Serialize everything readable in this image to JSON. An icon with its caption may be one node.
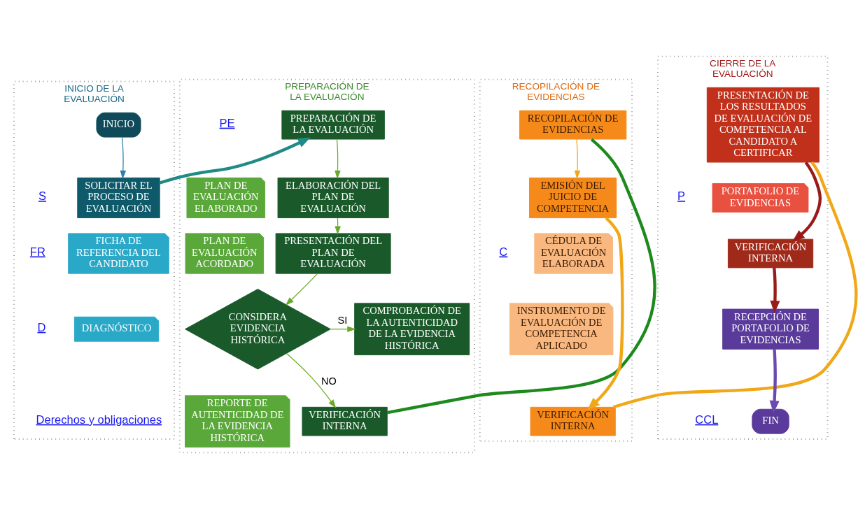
{
  "diagram": {
    "nodes": [
      {
        "text": [
          "INICIO DE LA EVALUACIÓN"
        ]
      },
      {
        "text": [
          "INICIO"
        ],
        "in": 0
      },
      {
        "text": [
          "SOLICITAR EL PROCESO DE EVALUACIÓN"
        ],
        "in": 0
      },
      {
        "text": [
          "FICHA DE REFERENCIA DEL CANDIDATO"
        ],
        "in": 0
      },
      {
        "text": [
          "DIAGNÓSTICO"
        ],
        "in": 0
      },
      {
        "text": [
          "PREPARACIÓN DE LA EVALUACIÓN"
        ]
      },
      {
        "text": [
          "PREPARACIÓN DE LA EVALUACIÓN"
        ],
        "in": 5
      },
      {
        "text": [
          "ELABORACIÓN DEL PLAN DE EVALUACIÓN"
        ],
        "in": 5
      },
      {
        "text": [
          "PLAN DE EVALUACIÓN ELABORADO"
        ],
        "in": 5
      },
      {
        "text": [
          "PRESENTACIÓN DEL PLAN DE EVALUACIÓN"
        ],
        "in": 5
      },
      {
        "text": [
          "PLAN DE EVALUACIÓN ACORDADO"
        ],
        "in": 5
      },
      {
        "text": [
          "CONSIDERA EVIDENCIA HISTÓRICA"
        ],
        "in": 5
      },
      {
        "text": [
          "COMPROBACIÓN DE LA AUTENTICIDAD DE LA EVIDENCIA HISTÓRICA"
        ],
        "in": 5
      },
      {
        "text": [
          "VERIFICACIÓN INTERNA"
        ],
        "in": 5
      },
      {
        "text": [
          "REPORTE DE AUTENTICIDAD DE LA EVIDENCIA HISTÓRICA"
        ],
        "in": 5
      },
      {
        "text": [
          "RECOPILACIÓN DE EVIDENCIAS"
        ]
      },
      {
        "text": [
          "RECOPILACIÓN DE EVIDENCIAS"
        ],
        "in": 15
      },
      {
        "text": [
          "EMISIÓN DEL JUICIO DE COMPETENCIA"
        ],
        "in": 15
      },
      {
        "text": [
          "CÉDULA DE EVALUACIÓN ELABORADA"
        ],
        "in": 15
      },
      {
        "text": [
          "INSTRUMENTO DE EVALUACIÓN DE COMPETENCIA APLICADO"
        ],
        "in": 15
      },
      {
        "text": [
          "VERIFICACIÓN INTERNA"
        ],
        "in": 15
      },
      {
        "text": [
          "CIERRE DE LA EVALUACIÓN"
        ]
      },
      {
        "text": [
          "PRESENTACIÓN DE LOS RESULTADOS DE EVALUACIÓN DE COMPETENCIA AL CANDIDATO A CERTIFICAR"
        ],
        "in": 21
      },
      {
        "text": [
          "PORTAFOLIO DE EVIDENCIAS"
        ],
        "in": 21
      },
      {
        "text": [
          "VERIFICACIÓN INTERNA"
        ],
        "in": 21
      },
      {
        "text": [
          "RECEPCIÓN DE PORTAFOLIO DE EVIDENCIAS"
        ],
        "in": 21
      },
      {
        "text": [
          "FIN"
        ],
        "in": 21
      }
    ],
    "edges": [
      {
        "from": 1,
        "to": 2,
        "arrow": "to",
        "color": "#2f7fa8"
      },
      {
        "from": 2,
        "to": 6,
        "arrow": "to",
        "style": "thick",
        "color": "#1f8a86"
      },
      {
        "from": 6,
        "to": 7,
        "arrow": "to",
        "color": "#6aaa2a"
      },
      {
        "from": 7,
        "to": 9,
        "arrow": "to",
        "color": "#6aaa2a"
      },
      {
        "from": 9,
        "to": 11,
        "arrow": "to",
        "color": "#6aaa2a"
      },
      {
        "from": 11,
        "to": 12,
        "label": "SI",
        "arrow": "to",
        "color": "#6aaa2a"
      },
      {
        "from": 11,
        "to": 13,
        "label": "NO",
        "arrow": "to",
        "color": "#6aaa2a"
      },
      {
        "from": 13,
        "to": 16,
        "arrow": "none",
        "style": "thick",
        "color": "#1e8a1e"
      },
      {
        "from": 16,
        "to": 17,
        "arrow": "to",
        "color": "#f0a818"
      },
      {
        "from": 17,
        "to": 20,
        "arrow": "to",
        "style": "thick",
        "color": "#f0a818"
      },
      {
        "from": 20,
        "to": 22,
        "arrow": "none",
        "style": "thick",
        "color": "#f0a818"
      },
      {
        "from": 22,
        "to": 24,
        "arrow": "to",
        "style": "thick",
        "color": "#9a1a1a"
      },
      {
        "from": 24,
        "to": 25,
        "arrow": "to",
        "style": "thick",
        "color": "#9a1a1a"
      },
      {
        "from": 25,
        "to": 26,
        "arrow": "to",
        "style": "thick",
        "color": "#6a4ab0"
      }
    ],
    "labels": [
      "S",
      "PE",
      "FR",
      "D",
      "Derechos y obligaciones",
      "C",
      "P",
      "CCL"
    ]
  }
}
